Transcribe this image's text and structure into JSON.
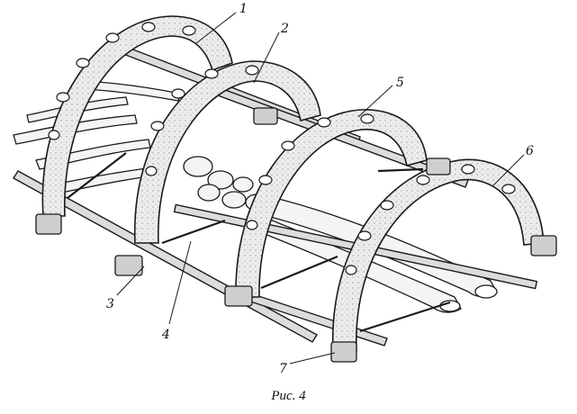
{
  "figure": {
    "caption": "Рис. 4",
    "callouts": [
      {
        "id": "label-1",
        "text": "1"
      },
      {
        "id": "label-2",
        "text": "2"
      },
      {
        "id": "label-3",
        "text": "3"
      },
      {
        "id": "label-4",
        "text": "4"
      },
      {
        "id": "label-5",
        "text": "5"
      },
      {
        "id": "label-6",
        "text": "6"
      },
      {
        "id": "label-7",
        "text": "7"
      }
    ]
  },
  "colors": {
    "ink": "#1a1a1a",
    "ring_fill": "#e6e6e6",
    "bone_fill": "#f4f4f4",
    "background": "#ffffff"
  }
}
